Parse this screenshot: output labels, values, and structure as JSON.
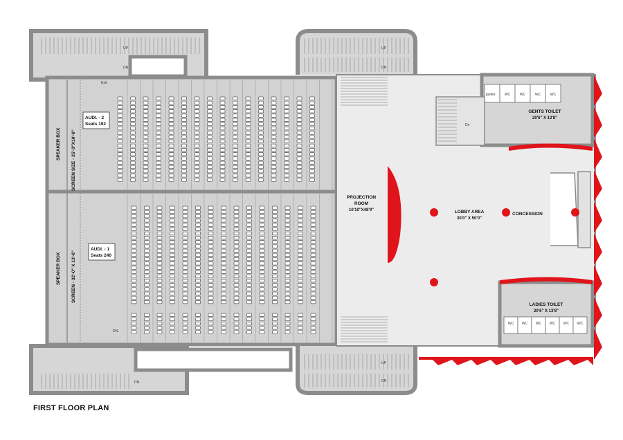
{
  "caption": "FIRST FLOOR PLAN",
  "rooms": {
    "audi2": {
      "name": "AUDI. - 2",
      "seats": "Seats 192",
      "screen": "SCREEN SIZE - 25'-3\"X10'-6\"",
      "speaker": "SPEAKER BOX"
    },
    "audi1": {
      "name": "AUDI. - 1",
      "seats": "Seats 240",
      "screen": "SCREEN - 32'-0\" X 13'-6\"",
      "speaker": "SPEAKER BOX"
    },
    "projection": {
      "name": "PROJECTION",
      "name2": "ROOM",
      "size": "10'10\"X48'9\""
    },
    "lobby": {
      "name": "LOBBY AREA",
      "size": "30'0\" X 50'0\""
    },
    "concession": {
      "name": "CONCESSION"
    },
    "gents": {
      "name": "GENTS TOILET",
      "size": "20'6\" X 13'8\""
    },
    "ladies": {
      "name": "LADIES TOILET",
      "size": "20'6\" X 13'8\""
    }
  },
  "notes": {
    "exit": "Exit",
    "up": "UP",
    "dn": "DN",
    "dn_dot": "DN.",
    "dn_lower": "Dn",
    "wc": "WC",
    "janitor": "janitor"
  },
  "colors": {
    "accent_red": "#e0141b",
    "floor_gray": "#cfcfcf",
    "wall_gray": "#8c8c8c",
    "lobby_gray": "#ececec"
  }
}
